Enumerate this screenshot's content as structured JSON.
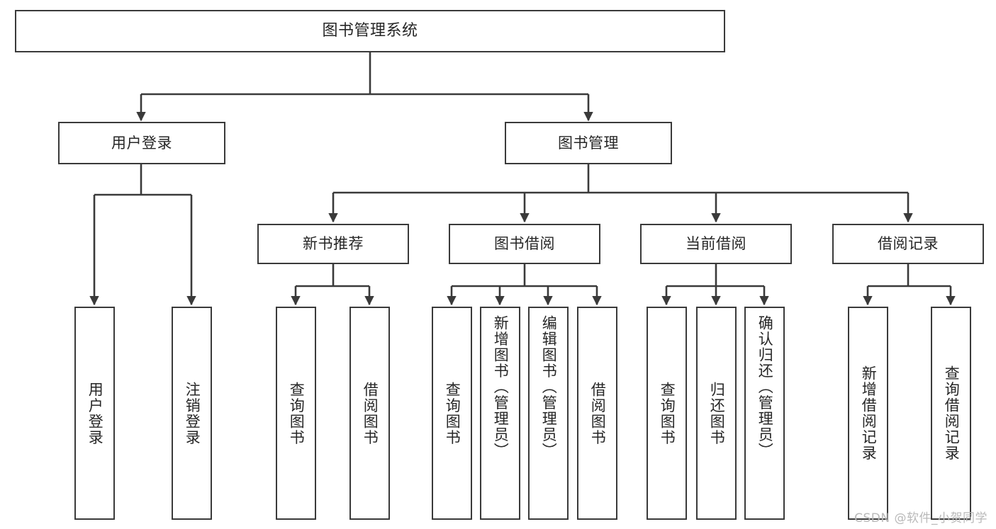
{
  "diagram": {
    "type": "tree-hierarchy",
    "title": "图书管理系统",
    "watermark": "CSDN @软件_小贺同学",
    "colors": {
      "box_border": "#3a3a3a",
      "box_fill": "#ffffff",
      "connector": "#3a3a3a",
      "text": "#262626",
      "watermark": "#b9b9b9",
      "background": "#ffffff"
    },
    "root": {
      "id": "root",
      "label": "图书管理系统"
    },
    "level2": [
      {
        "id": "user-login",
        "label": "用户登录"
      },
      {
        "id": "book-management",
        "label": "图书管理"
      }
    ],
    "level3": [
      {
        "id": "new-book-recommend",
        "label": "新书推荐",
        "parent": "book-management"
      },
      {
        "id": "book-borrow",
        "label": "图书借阅",
        "parent": "book-management"
      },
      {
        "id": "current-borrow",
        "label": "当前借阅",
        "parent": "book-management"
      },
      {
        "id": "borrow-record",
        "label": "借阅记录",
        "parent": "book-management"
      }
    ],
    "leaves": {
      "user_login": [
        {
          "id": "leaf-user-login",
          "label": "用户登录"
        },
        {
          "id": "leaf-logout-login",
          "label": "注销登录"
        }
      ],
      "new_book_recommend": [
        {
          "id": "leaf-query-book-1",
          "label": "查询图书"
        },
        {
          "id": "leaf-borrow-book-1",
          "label": "借阅图书"
        }
      ],
      "book_borrow": [
        {
          "id": "leaf-query-book-2",
          "label": "查询图书"
        },
        {
          "id": "leaf-add-book",
          "label": "新增图书（管理员）"
        },
        {
          "id": "leaf-edit-book",
          "label": "编辑图书（管理员）"
        },
        {
          "id": "leaf-borrow-book-2",
          "label": "借阅图书"
        }
      ],
      "current_borrow": [
        {
          "id": "leaf-query-book-3",
          "label": "查询图书"
        },
        {
          "id": "leaf-return-book",
          "label": "归还图书"
        },
        {
          "id": "leaf-confirm-return",
          "label": "确认归还（管理员）"
        }
      ],
      "borrow_record": [
        {
          "id": "leaf-add-record",
          "label": "新增借阅记录"
        },
        {
          "id": "leaf-query-record",
          "label": "查询借阅记录"
        }
      ]
    }
  }
}
